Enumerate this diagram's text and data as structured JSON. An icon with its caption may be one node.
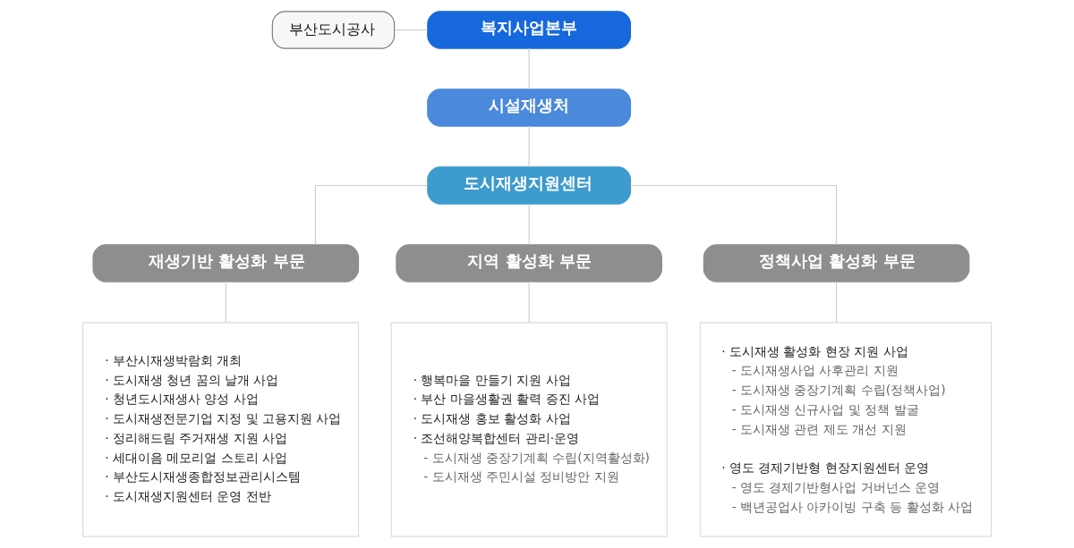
{
  "diagram": {
    "nodes": [
      {
        "text": [
          "부산도시공사"
        ]
      },
      {
        "text": [
          "복지사업본부"
        ]
      },
      {
        "text": [
          "시설재생처"
        ]
      },
      {
        "text": [
          "도시재생지원센터"
        ]
      },
      {
        "text": [
          "재생기반 활성화 부문"
        ]
      },
      {
        "text": [
          "· 부산시재생박람회 개최",
          "· 도시재생 청년 꿈의 날개 사업",
          "· 청년도시재생사 양성 사업",
          "· 도시재생전문기업 지정 및 고용지원 사업",
          "· 정리해드림 주거재생 지원 사업",
          "· 세대이음 메모리얼 스토리 사업",
          "· 부산도시재생종합정보관리시스템",
          "· 도시재생지원센터 운영 전반"
        ]
      },
      {
        "text": [
          "지역 활성화 부문"
        ]
      },
      {
        "text": [
          "· 행복마을 만들기 지원 사업",
          "· 부산 마을생활권 활력 증진 사업",
          "· 도시재생 홍보 활성화 사업",
          "· 조선해양복합센터 관리·운영",
          "- 도시재생 중장기계획 수립(지역활성화)",
          "- 도시재생 주민시설 정비방안 지원"
        ]
      },
      {
        "text": [
          "정책사업 활성화 부문"
        ]
      },
      {
        "text": [
          "· 도시재생 활성화 현장 지원 사업",
          "- 도시재생사업 사후관리 지원",
          "- 도시재생 중장기계획 수립(정책사업)",
          "- 도시재생 신규사업 및 정책 발굴",
          "- 도시재생 관련 제도 개선 지원",
          "· 영도 경제기반형 현장지원센터 운영",
          "- 영도 경제기반형사업 거버넌스 운영",
          "- 백년공업사 아카이빙 구축 등 활성화 사업"
        ]
      }
    ],
    "edges": [
      {
        "from": 0,
        "to": 1,
        "arrow": "none"
      },
      {
        "from": 1,
        "to": 2,
        "arrow": "none"
      },
      {
        "from": 2,
        "to": 3,
        "arrow": "none"
      },
      {
        "from": 3,
        "to": 4,
        "arrow": "none"
      },
      {
        "from": 3,
        "to": 6,
        "arrow": "none"
      },
      {
        "from": 3,
        "to": 8,
        "arrow": "none"
      },
      {
        "from": 4,
        "to": 5,
        "arrow": "none"
      },
      {
        "from": 6,
        "to": 7,
        "arrow": "none"
      },
      {
        "from": 8,
        "to": 9,
        "arrow": "none"
      }
    ]
  }
}
